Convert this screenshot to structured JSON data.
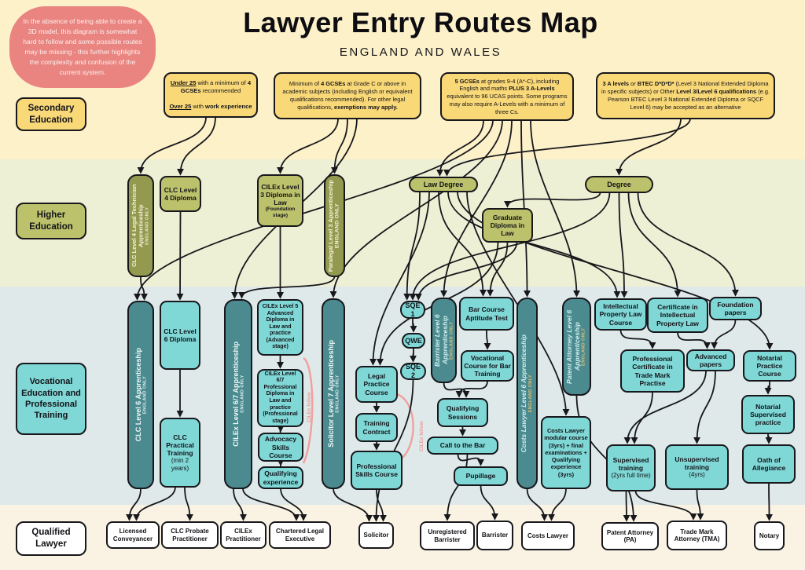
{
  "title": "Lawyer Entry Routes Map",
  "subtitle": "ENGLAND AND WALES",
  "disclaimer": "In the absence of being able to create a 3D model, this diagram is somewhat hard to follow and some possible routes may be missing - this further highlights the complexity and confusion of the current system.",
  "colors": {
    "band_secondary": "#fdf1c9",
    "band_higher": "#eef0d5",
    "band_vocational": "#dfe9ea",
    "band_qualified": "#faf3e3",
    "yellow_box": "#f9d878",
    "olive_box": "#bcc26b",
    "olive_bar": "#939a4f",
    "teal_box": "#7fd7d6",
    "teal_bar": "#4b8b90",
    "pink_blob": "#e98480",
    "pink_annotation": "#f0a09c",
    "line": "#17171c"
  },
  "stages": {
    "secondary": "Secondary Education",
    "higher": "Higher Education",
    "vocational": "Vocational Education and Professional Training",
    "qualified": "Qualified Lawyer"
  },
  "requirements": [
    {
      "name": "apprenticeship-age-requirement",
      "segments": [
        {
          "t": "Under 25",
          "b": true,
          "u": true
        },
        {
          "t": " with a minimum of "
        },
        {
          "t": "4 GCSEs",
          "b": true
        },
        {
          "t": " recommended"
        },
        {
          "br": 2
        },
        {
          "t": "Over 25",
          "b": true,
          "u": true
        },
        {
          "t": " with "
        },
        {
          "t": "work experience",
          "b": true
        }
      ]
    },
    {
      "name": "gcse-requirement",
      "segments": [
        {
          "t": "Minimum of "
        },
        {
          "t": "4 GCSEs",
          "b": true
        },
        {
          "t": " at Grade C or above in academic subjects (including English or equivalent qualifications recommended). For other legal qualifications, "
        },
        {
          "t": "exemptions may apply.",
          "b": true
        }
      ]
    },
    {
      "name": "gcse-alevel-requirement",
      "segments": [
        {
          "t": "5 GCSEs",
          "b": true
        },
        {
          "t": " at grades 9-4 (A*-C), including English and maths "
        },
        {
          "t": "PLUS 3 A-Levels",
          "b": true
        },
        {
          "t": " equivalent to 96 UCAS points. Some programs may also require A-Levels with a minimum of three Cs."
        }
      ]
    },
    {
      "name": "alevel-btec-requirement",
      "segments": [
        {
          "t": "3 A levels",
          "b": true
        },
        {
          "t": " or ",
          "i": true
        },
        {
          "t": "BTEC D*D*D*",
          "b": true
        },
        {
          "t": " (Level 3 National Extended Diploma in specific subjects) or Other "
        },
        {
          "t": "Level 3/Level 6 qualifications",
          "b": true
        },
        {
          "t": " (e.g. Pearson BTEC Level 3 National Extended Diploma or SQCF Level 6) may be accepted as an alternative"
        }
      ]
    }
  ],
  "nodes": {
    "clc_l4_app": {
      "label": "CLC Level 4 Legal Technician Apprenticeship",
      "sub": "ENGLAND ONLY"
    },
    "clc_l4_diploma": {
      "label": "CLC Level 4 Diploma"
    },
    "cilex_l3_diploma": {
      "label": "CILEx Level 3 Diploma in Law",
      "sub": "(Foundation stage)"
    },
    "paralegal_l3": {
      "label": "Paralegal Level 3 Apprenticeship",
      "sub": "ENGLAND ONLY"
    },
    "law_degree": {
      "label": "Law Degree"
    },
    "degree": {
      "label": "Degree"
    },
    "grad_diploma": {
      "label": "Graduate Diploma in Law"
    },
    "clc_l6_app": {
      "label": "CLC Level 6 Apprenticeship",
      "sub": "ENGLAND ONLY"
    },
    "clc_l6_diploma": {
      "label": "CLC Level 6 Diploma"
    },
    "clc_practical": {
      "label": "CLC Practical Training",
      "sub": "(min 2 years)"
    },
    "cilex_l67_app": {
      "label": "CILEx Level 6/7 Apprenticeship",
      "sub": "ENGLAND ONLY"
    },
    "cilex_l5_adv": {
      "label": "CILEx Level 5 Advanced Diploma in Law and practice (Advanced stage)"
    },
    "cilex_l67_prof": {
      "label": "CILEx Level 6/7 Professional Diploma in Law and practice (Professional stage)"
    },
    "advocacy": {
      "label": "Advocacy Skills Course"
    },
    "qualifying_exp": {
      "label": "Qualifying experience"
    },
    "solicitor_l7_app": {
      "label": "Solicitor Level 7 Apprenticeship",
      "sub": "ENGLAND ONLY"
    },
    "lpc": {
      "label": "Legal Practice Course"
    },
    "training_contract": {
      "label": "Training Contract"
    },
    "psc": {
      "label": "Professional Skills Course"
    },
    "sqe1": {
      "label": "SQE 1"
    },
    "qwe": {
      "label": "QWE"
    },
    "sqe2": {
      "label": "SQE 2"
    },
    "barrister_l6_app": {
      "label": "Barrister Level 6 Apprenticeship",
      "sub": "ENGLAND ONLY"
    },
    "bcat": {
      "label": "Bar Course Aptitude Test"
    },
    "voc_bar": {
      "label": "Vocational Course for Bar Training"
    },
    "qual_sessions": {
      "label": "Qualifying Sessions"
    },
    "call_to_bar": {
      "label": "Call to the Bar"
    },
    "pupillage": {
      "label": "Pupillage"
    },
    "costs_l6_app": {
      "label": "Costs Lawyer Level 6 Apprenticeship",
      "sub": "ENGLAND ONLY"
    },
    "costs_modular": {
      "label": "Costs Lawyer modular course (3yrs) + final examinations + Qualifying experience (3yrs)"
    },
    "patent_l6_app": {
      "label": "Patent Attorney Level 6 Apprenticeship",
      "sub": "ENGLAND ONLY"
    },
    "ip_course": {
      "label": "Intellectual Property Law Course"
    },
    "cert_ip": {
      "label": "Certificate in Intellectual Property Law"
    },
    "foundation_papers": {
      "label": "Foundation papers"
    },
    "prof_cert_tm": {
      "label": "Professional Certificate in Trade Mark Practise"
    },
    "advanced_papers": {
      "label": "Advanced papers"
    },
    "notarial_course": {
      "label": "Notarial Practice Course"
    },
    "notarial_sup": {
      "label": "Notarial Supervised practice"
    },
    "supervised_training": {
      "label": "Supervised training",
      "sub": "(2yrs full time)"
    },
    "unsupervised_training": {
      "label": "Unsupervised training",
      "sub": "(4yrs)"
    },
    "oath": {
      "label": "Oath of Allegiance"
    },
    "licensed_conveyancer": {
      "label": "Licensed Conveyancer"
    },
    "clc_probate": {
      "label": "CLC Probate Practitioner"
    },
    "cilex_practitioner": {
      "label": "CILEx Practitioner"
    },
    "chartered_le": {
      "label": "Chartered Legal Executive"
    },
    "solicitor": {
      "label": "Solicitor"
    },
    "unreg_barrister": {
      "label": "Unregistered Barrister"
    },
    "barrister": {
      "label": "Barrister"
    },
    "costs_lawyer": {
      "label": "Costs Lawyer"
    },
    "patent_attorney": {
      "label": "Patent Attorney (PA)"
    },
    "tma": {
      "label": "Trade Mark Attorney (TMA)"
    },
    "notary": {
      "label": "Notary"
    }
  },
  "annotations": {
    "cilex_fellow": "CILEx fellow"
  },
  "edges": [
    [
      "req1",
      "clc_l4_app"
    ],
    [
      "req1",
      "clc_l4_diploma"
    ],
    [
      "req2",
      "cilex_l3_diploma"
    ],
    [
      "req2",
      "paralegal_l3"
    ],
    [
      "req2",
      "cilex_l67_app"
    ],
    [
      "req3",
      "law_degree"
    ],
    [
      "req3",
      "clc_l6_app"
    ],
    [
      "req3",
      "solicitor_l7_app"
    ],
    [
      "req3",
      "barrister_l6_app"
    ],
    [
      "req3",
      "costs_l6_app"
    ],
    [
      "req3",
      "patent_l6_app"
    ],
    [
      "req4",
      "degree"
    ],
    [
      "req4",
      "law_degree"
    ],
    [
      "clc_l4_app",
      "clc_l6_app"
    ],
    [
      "clc_l4_diploma",
      "clc_l6_diploma"
    ],
    [
      "cilex_l3_diploma",
      "cilex_l5_adv"
    ],
    [
      "paralegal_l3",
      "cilex_l67_app"
    ],
    [
      "law_degree",
      "sqe1"
    ],
    [
      "law_degree",
      "lpc"
    ],
    [
      "law_degree",
      "bcat"
    ],
    [
      "law_degree",
      "ip_course"
    ],
    [
      "law_degree",
      "notarial_course"
    ],
    [
      "law_degree",
      "costs_modular"
    ],
    [
      "degree",
      "grad_diploma"
    ],
    [
      "degree",
      "sqe1"
    ],
    [
      "degree",
      "ip_course"
    ],
    [
      "degree",
      "cert_ip"
    ],
    [
      "degree",
      "foundation_papers"
    ],
    [
      "grad_diploma",
      "lpc"
    ],
    [
      "grad_diploma",
      "bcat"
    ],
    [
      "grad_diploma",
      "sqe1"
    ],
    [
      "clc_l6_diploma",
      "clc_practical"
    ],
    [
      "cilex_l5_adv",
      "cilex_l67_prof"
    ],
    [
      "cilex_l67_prof",
      "advocacy"
    ],
    [
      "advocacy",
      "qualifying_exp"
    ],
    [
      "sqe1",
      "qwe"
    ],
    [
      "qwe",
      "sqe2"
    ],
    [
      "lpc",
      "training_contract"
    ],
    [
      "training_contract",
      "psc"
    ],
    [
      "bcat",
      "voc_bar"
    ],
    [
      "voc_bar",
      "qual_sessions"
    ],
    [
      "barrister_l6_app",
      "qual_sessions"
    ],
    [
      "qual_sessions",
      "call_to_bar"
    ],
    [
      "call_to_bar",
      "pupillage"
    ],
    [
      "call_to_bar",
      "unreg_barrister"
    ],
    [
      "pupillage",
      "barrister"
    ],
    [
      "ip_course",
      "prof_cert_tm"
    ],
    [
      "cert_ip",
      "advanced_papers"
    ],
    [
      "foundation_papers",
      "advanced_papers"
    ],
    [
      "notarial_course",
      "notarial_sup"
    ],
    [
      "notarial_sup",
      "oath"
    ],
    [
      "oath",
      "notary"
    ],
    [
      "advanced_papers",
      "supervised_training"
    ],
    [
      "advanced_papers",
      "unsupervised_training"
    ],
    [
      "prof_cert_tm",
      "supervised_training"
    ],
    [
      "clc_l6_app",
      "licensed_conveyancer"
    ],
    [
      "clc_practical",
      "licensed_conveyancer"
    ],
    [
      "clc_practical",
      "clc_probate"
    ],
    [
      "cilex_l67_app",
      "cilex_practitioner"
    ],
    [
      "cilex_l67_app",
      "chartered_le"
    ],
    [
      "qualifying_exp",
      "chartered_le"
    ],
    [
      "solicitor_l7_app",
      "solicitor"
    ],
    [
      "sqe2",
      "solicitor"
    ],
    [
      "psc",
      "solicitor"
    ],
    [
      "costs_l6_app",
      "costs_lawyer"
    ],
    [
      "costs_modular",
      "costs_lawyer"
    ],
    [
      "supervised_training",
      "patent_attorney"
    ],
    [
      "supervised_training",
      "tma"
    ],
    [
      "unsupervised_training",
      "tma"
    ],
    [
      "patent_l6_app",
      "patent_attorney"
    ]
  ]
}
